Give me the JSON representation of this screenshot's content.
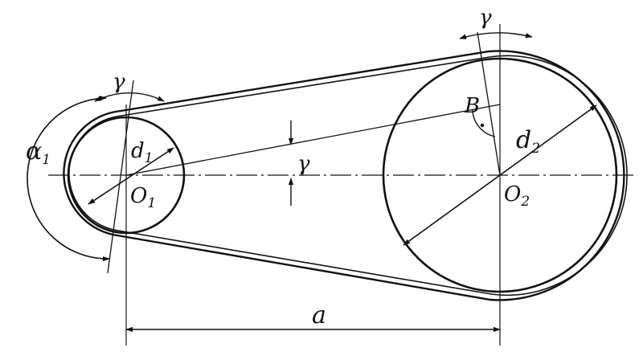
{
  "labels": {
    "gamma_top_left": "γ",
    "gamma_top_right": "γ",
    "gamma_center": "γ",
    "alpha": "α",
    "alpha_sub": "1",
    "d1": "d",
    "d1_sub": "1",
    "o1": "O",
    "o1_sub": "1",
    "d2": "d",
    "d2_sub": "2",
    "o2": "O",
    "o2_sub": "2",
    "b": "B",
    "a": "a"
  },
  "colors": {
    "ink": "#111111",
    "background": "#ffffff"
  }
}
